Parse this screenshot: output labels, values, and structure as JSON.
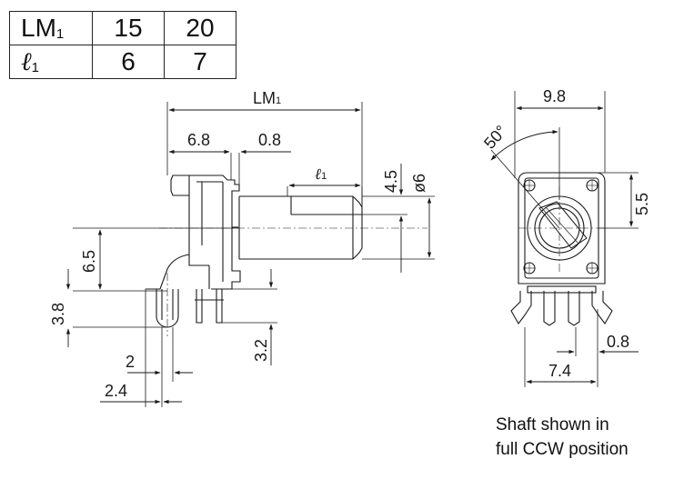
{
  "table": {
    "row1": {
      "label": "LM",
      "label_sub": "1",
      "v1": "15",
      "v2": "20"
    },
    "row2": {
      "label": "ℓ",
      "label_sub": "1",
      "v1": "6",
      "v2": "7"
    }
  },
  "side_view": {
    "lm1": "LM",
    "lm1_sub": "1",
    "d_6_8": "6.8",
    "d_0_8": "0.8",
    "l1": "ℓ",
    "l1_sub": "1",
    "d_4_5": "4.5",
    "d_dia6": "ø6",
    "d_6_5": "6.5",
    "d_3_8": "3.8",
    "d_3_2": "3.2",
    "d_2": "2",
    "d_2_4": "2.4"
  },
  "front_view": {
    "d_9_8": "9.8",
    "d_50": "50°",
    "d_5_5": "5.5",
    "d_0_8": "0.8",
    "d_7_4": "7.4"
  },
  "caption": {
    "line1": "Shaft shown in",
    "line2": "full CCW position"
  }
}
